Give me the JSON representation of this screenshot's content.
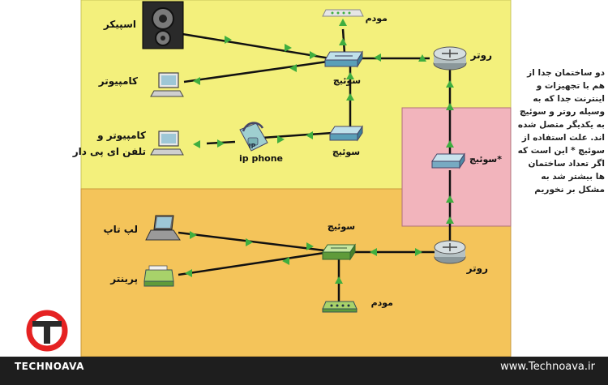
{
  "colors": {
    "top_zone": "#f3f07c",
    "bottom_zone": "#f4c45a",
    "link_zone": "#f2b4bc",
    "link_line": "#111111",
    "arrow": "#3fae3f",
    "brand_red": "#e52222",
    "footer": "#1e1e1e"
  },
  "labels": {
    "speaker": "اسپیکر",
    "modem_top": "مودم",
    "router_top": "روتر",
    "computer": "کامپیوتر",
    "switch_top": "سوئیچ",
    "pc_phone_1": "کامپیوتر و",
    "pc_phone_2": "تلفن ای پی دار",
    "ip_phone": "ip phone",
    "ip_badge": "IP",
    "switch_mid": "سوئیچ",
    "switch_link": "سوئیچ*",
    "laptop": "لپ تاپ",
    "switch_bottom": "سوئیچ",
    "printer": "پرینتر",
    "router_bottom": "روتر",
    "modem_bottom": "مودم"
  },
  "description": [
    "دو ساختمان جدا از",
    "هم با تجهیزات و",
    "اینترنت جدا که به",
    "وسیله روتر و سوئیچ",
    "به یکدیگر متصل شده",
    "اند. علت استفاده از",
    "سوئیچ * این است که",
    "اگر تعداد ساختمان",
    "ها بیشتر شد به",
    "مشکل بر نخوریم"
  ],
  "brand": {
    "name": "TECHNOAVA",
    "url": "www.Technoava.ir"
  }
}
